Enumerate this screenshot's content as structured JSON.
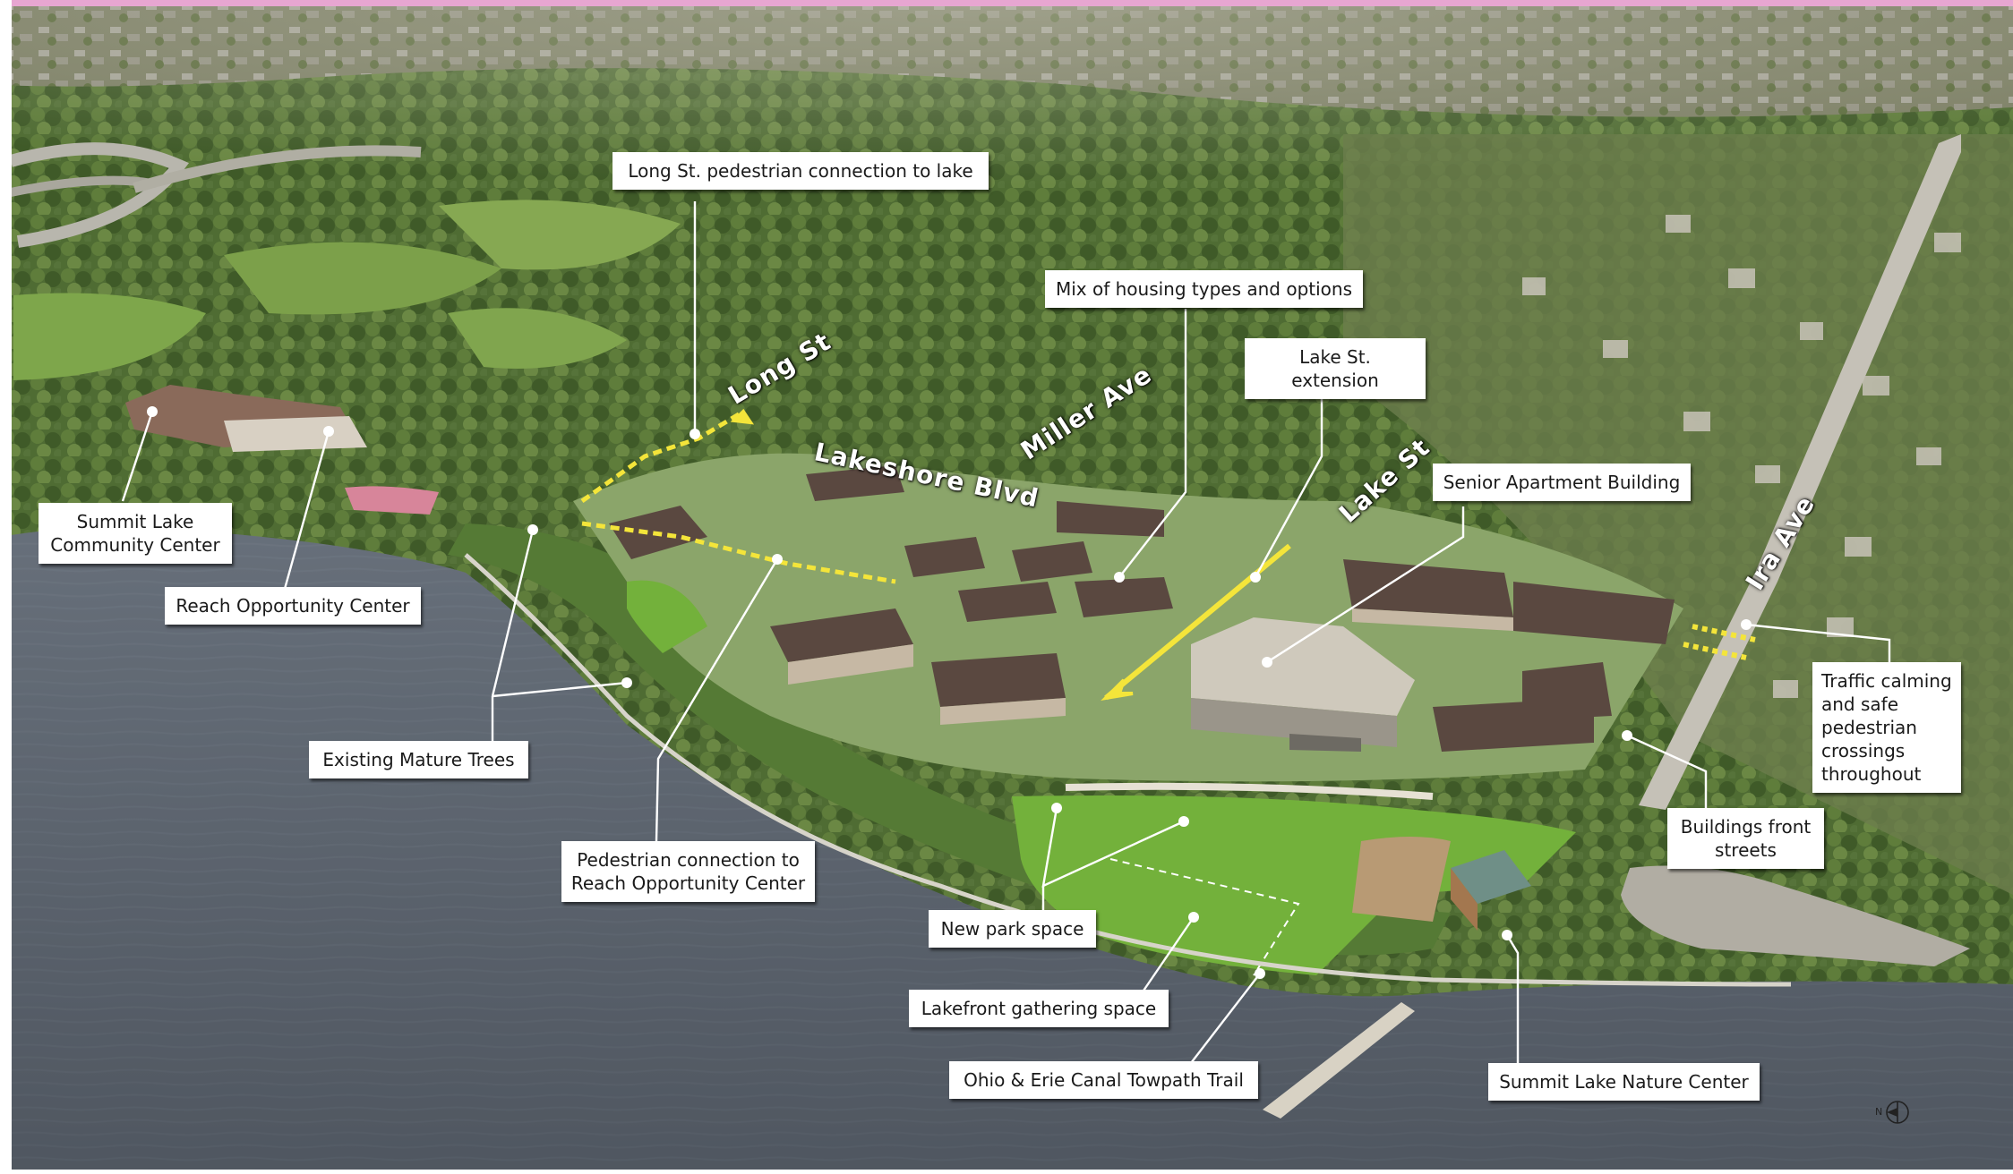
{
  "colors": {
    "top_border": "#e7a6d1",
    "left_border": "#ffffff",
    "lake": "#57606b",
    "lake_light": "#7b8490",
    "forest": "#47642e",
    "forest_light": "#6e8a43",
    "lawn": "#72b13a",
    "path_yellow": "#f4e53a",
    "roof": "#5a4840",
    "building_wall": "#cfc2b0",
    "senior_building": "#d7d3c8",
    "street_gray": "#b5b2aa",
    "callout_bg": "#ffffff",
    "callout_text": "#1a1a1a",
    "leader_line": "#ffffff"
  },
  "map": {
    "north_label": "N"
  },
  "street_labels": {
    "long_st": "Long St",
    "lakeshore_blvd": "Lakeshore Blvd",
    "miller_ave": "Miller Ave",
    "lake_st": "Lake St",
    "ira_ave": "Ira Ave"
  },
  "callouts": {
    "long_st_connection": "Long St. pedestrian connection to lake",
    "mix_housing": "Mix of housing types and options",
    "lake_st_extension": "Lake St. extension",
    "senior_apartment": "Senior Apartment Building",
    "summit_lake_community": "Summit Lake\nCommunity Center",
    "reach_opportunity": "Reach Opportunity Center",
    "existing_trees": "Existing Mature Trees",
    "pedestrian_reach": "Pedestrian connection to\nReach Opportunity Center",
    "new_park": "New park space",
    "lakefront_gathering": "Lakefront gathering space",
    "towpath_trail": "Ohio & Erie Canal Towpath Trail",
    "nature_center": "Summit Lake Nature Center",
    "buildings_front": "Buildings front\nstreets",
    "traffic_calming": "Traffic calming\nand safe\npedestrian\ncrossings\nthroughout"
  }
}
